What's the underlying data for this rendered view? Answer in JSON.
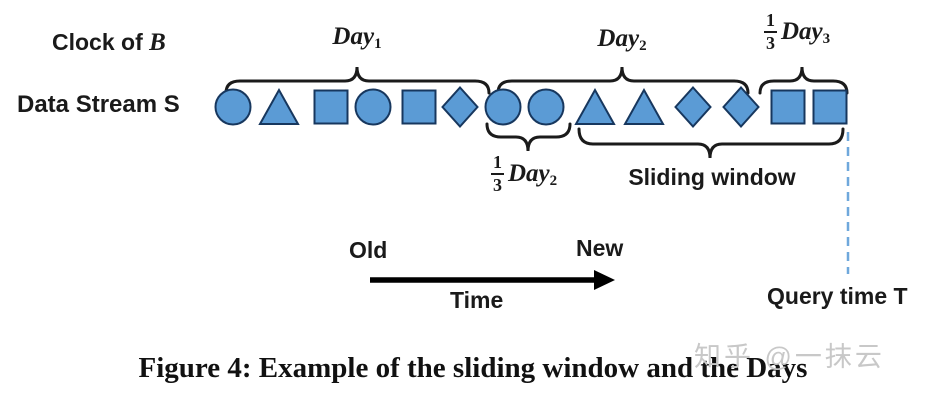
{
  "colors": {
    "shape_fill": "#5B9BD5",
    "shape_stroke": "#17375E",
    "brace": "#1b1b1b",
    "arrow": "#000000",
    "dashed_line": "#6FA8DC",
    "watermark": "#c8c8c8"
  },
  "clock_label": {
    "prefix": "Clock of",
    "symbol": "B"
  },
  "stream_label": "Data Stream S",
  "stream": {
    "shapes": [
      "circle",
      "triangle",
      "square",
      "circle",
      "square",
      "diamond",
      "circle",
      "circle",
      "triangle",
      "triangle",
      "diamond",
      "diamond",
      "square",
      "square"
    ]
  },
  "day_labels": {
    "day1": {
      "word": "Day",
      "sub": "1"
    },
    "day2": {
      "word": "Day",
      "sub": "2"
    },
    "day3": {
      "word": "Day",
      "sub": "3",
      "frac_num": "1",
      "frac_den": "3"
    },
    "day2_fraction": {
      "word": "Day",
      "sub": "2",
      "frac_num": "1",
      "frac_den": "3"
    }
  },
  "sliding_window_label": "Sliding window",
  "timeline": {
    "old": "Old",
    "new": "New",
    "time": "Time"
  },
  "query_time_label": "Query time T",
  "caption": "Figure 4: Example of the sliding window and the Days",
  "watermark": "知乎 @一抹云"
}
